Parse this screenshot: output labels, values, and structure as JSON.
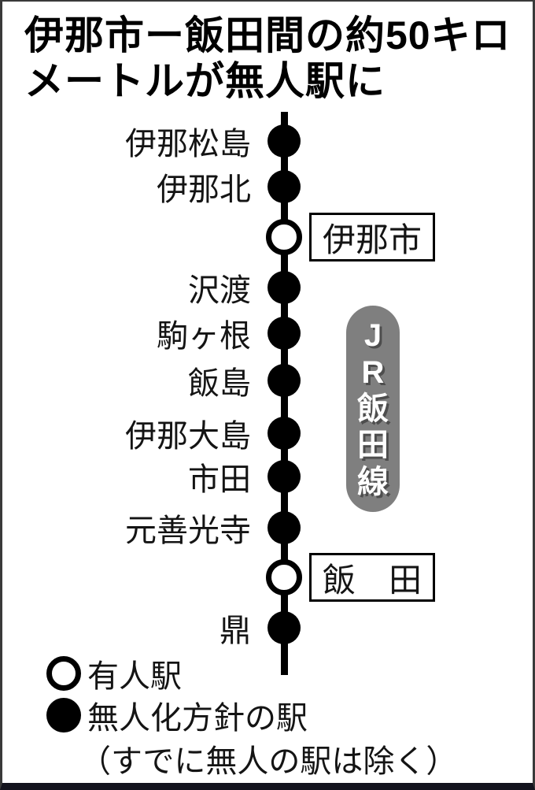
{
  "title": {
    "line1": "伊那市ー飯田間の約50キロ",
    "line2": "メートルが無人駅に"
  },
  "line": {
    "badge": {
      "text": "JR飯田線",
      "chars": [
        "J",
        "R",
        "飯",
        "田",
        "線"
      ],
      "bg_color": "#7f7f7f",
      "text_color": "#ffffff"
    },
    "stations": [
      {
        "name": "伊那松島",
        "type": "filled"
      },
      {
        "name": "伊那北",
        "type": "filled"
      },
      {
        "name": "伊那市",
        "type": "open",
        "boxed": true,
        "boxed_text": "伊那市"
      },
      {
        "name": "沢渡",
        "type": "filled"
      },
      {
        "name": "駒ヶ根",
        "type": "filled"
      },
      {
        "name": "飯島",
        "type": "filled"
      },
      {
        "name": "伊那大島",
        "type": "filled"
      },
      {
        "name": "市田",
        "type": "filled"
      },
      {
        "name": "元善光寺",
        "type": "filled"
      },
      {
        "name": "飯田",
        "type": "open",
        "boxed": true,
        "boxed_text": "飯　田"
      },
      {
        "name": "鼎",
        "type": "filled"
      }
    ]
  },
  "legend": {
    "staffed_label": "有人駅",
    "unmanned_label": "無人化方針の駅",
    "note": "（すでに無人の駅は除く）"
  },
  "colors": {
    "line": "#000000",
    "filled_station": "#000000",
    "open_station_fill": "#ffffff",
    "badge_gray": "#7f7f7f",
    "frame_border": "#3a3a3a",
    "frame_bottom_bar": "#14141e",
    "text": "#141414"
  }
}
